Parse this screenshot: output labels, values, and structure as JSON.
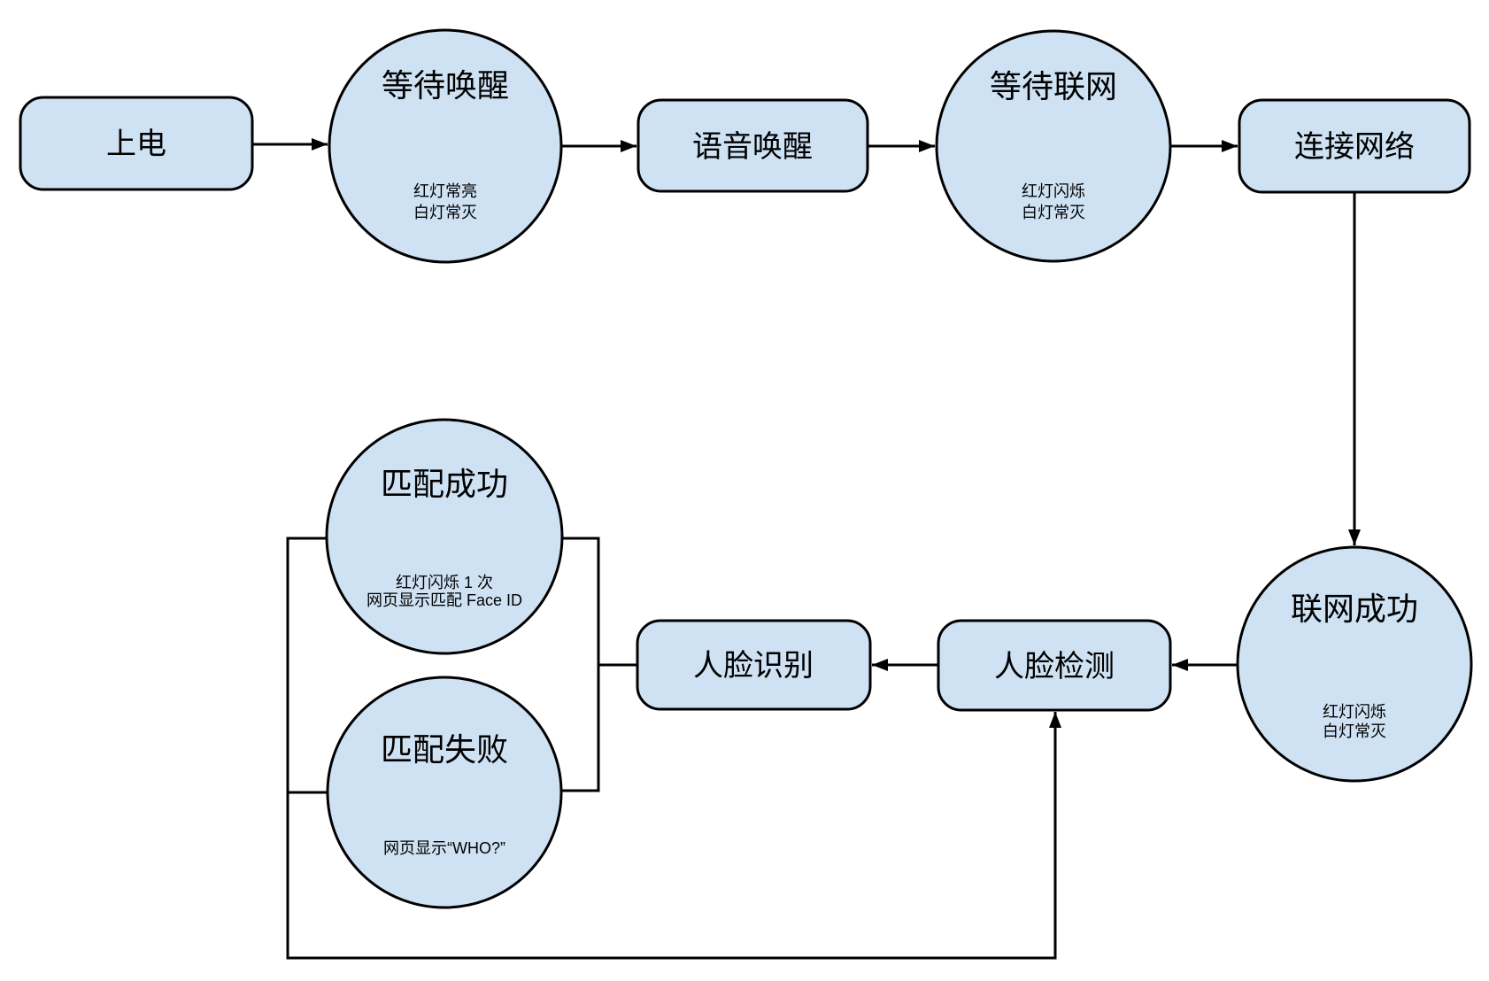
{
  "page": {
    "background": "#ffffff"
  },
  "diagram": {
    "type": "flowchart",
    "colors": {
      "node_fill": "#cfe2f3",
      "node_stroke": "#000000",
      "edge": "#000000"
    },
    "nodes": {
      "power_on": {
        "shape": "rounded-rect",
        "label": "上电"
      },
      "wait_wake": {
        "shape": "ellipse",
        "label": "等待唤醒",
        "sub": [
          "红灯常亮",
          "白灯常灭"
        ]
      },
      "voice_wake": {
        "shape": "rounded-rect",
        "label": "语音唤醒"
      },
      "wait_network": {
        "shape": "ellipse",
        "label": "等待联网",
        "sub": [
          "红灯闪烁",
          "白灯常灭"
        ]
      },
      "connect_network": {
        "shape": "rounded-rect",
        "label": "连接网络"
      },
      "network_success": {
        "shape": "ellipse",
        "label": "联网成功",
        "sub": [
          "红灯闪烁",
          "白灯常灭"
        ]
      },
      "face_detect": {
        "shape": "rounded-rect",
        "label": "人脸检测"
      },
      "face_recognize": {
        "shape": "rounded-rect",
        "label": "人脸识别"
      },
      "match_success": {
        "shape": "ellipse",
        "label": "匹配成功",
        "sub": [
          "红灯闪烁 1 次",
          "网页显示匹配 Face ID"
        ]
      },
      "match_fail": {
        "shape": "ellipse",
        "label": "匹配失败",
        "sub": [
          "网页显示“WHO?”"
        ]
      }
    },
    "edges": [
      {
        "from": "power_on",
        "to": "wait_wake",
        "arrow": true
      },
      {
        "from": "wait_wake",
        "to": "voice_wake",
        "arrow": true
      },
      {
        "from": "voice_wake",
        "to": "wait_network",
        "arrow": true
      },
      {
        "from": "wait_network",
        "to": "connect_network",
        "arrow": true
      },
      {
        "from": "connect_network",
        "to": "network_success",
        "arrow": true
      },
      {
        "from": "network_success",
        "to": "face_detect",
        "arrow": true
      },
      {
        "from": "face_detect",
        "to": "face_recognize",
        "arrow": true
      },
      {
        "from": "face_recognize",
        "to": "match_success",
        "arrow": false
      },
      {
        "from": "face_recognize",
        "to": "match_fail",
        "arrow": false
      },
      {
        "from": "match_success",
        "to": "face_detect",
        "arrow": true
      },
      {
        "from": "match_fail",
        "to": "face_detect",
        "arrow": true
      }
    ]
  }
}
